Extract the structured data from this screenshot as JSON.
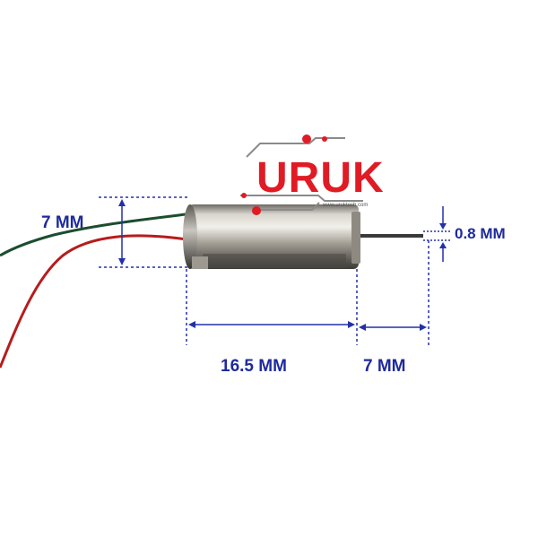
{
  "logo": {
    "text": "URUK",
    "website": "www.uruktech.com",
    "brand_color": "#e01b24",
    "circuit_color": "#8a8a8a"
  },
  "dimensions": {
    "motor_diameter": "7 MM",
    "motor_length": "16.5 MM",
    "shaft_length": "7 MM",
    "shaft_diameter": "0.8 MM"
  },
  "colors": {
    "dimension_text": "#1e2a9e",
    "dimension_line": "#2430a8",
    "motor_body": "#a8a49a",
    "wire_red": "#b71c1c",
    "wire_green": "#1b4d2e"
  }
}
